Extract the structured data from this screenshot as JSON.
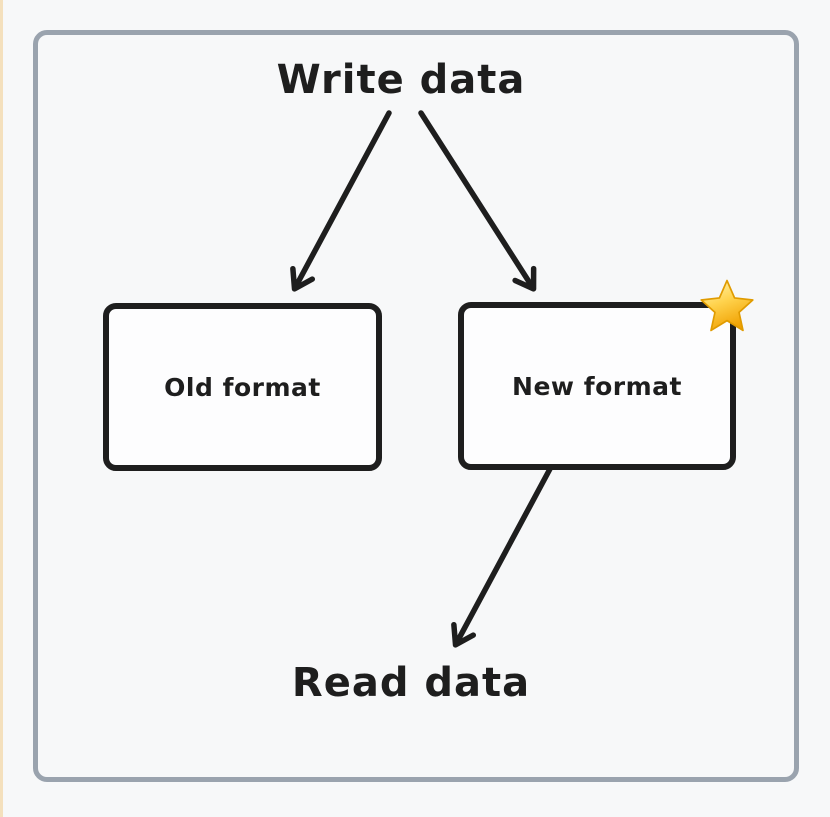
{
  "colors": {
    "page_background": "#f7f8f9",
    "left_edge_strip": "#f4e0bd",
    "frame_border": "#9aa3ae",
    "ink": "#1e1e1e",
    "box_fill": "#fdfdfe",
    "star_gold": "#f0a000",
    "star_mid": "#ffd34e",
    "star_light": "#fff3ae",
    "star_outline": "#e09b00"
  },
  "diagram": {
    "nodes": [
      {
        "id": "write",
        "type": "text",
        "label": "Write data"
      },
      {
        "id": "old",
        "type": "box",
        "label": "Old format"
      },
      {
        "id": "new",
        "type": "box",
        "label": "New format",
        "badge": "star-icon"
      },
      {
        "id": "read",
        "type": "text",
        "label": "Read data"
      }
    ],
    "edges": [
      {
        "from": "write",
        "to": "old"
      },
      {
        "from": "write",
        "to": "new"
      },
      {
        "from": "new",
        "to": "read"
      }
    ]
  }
}
